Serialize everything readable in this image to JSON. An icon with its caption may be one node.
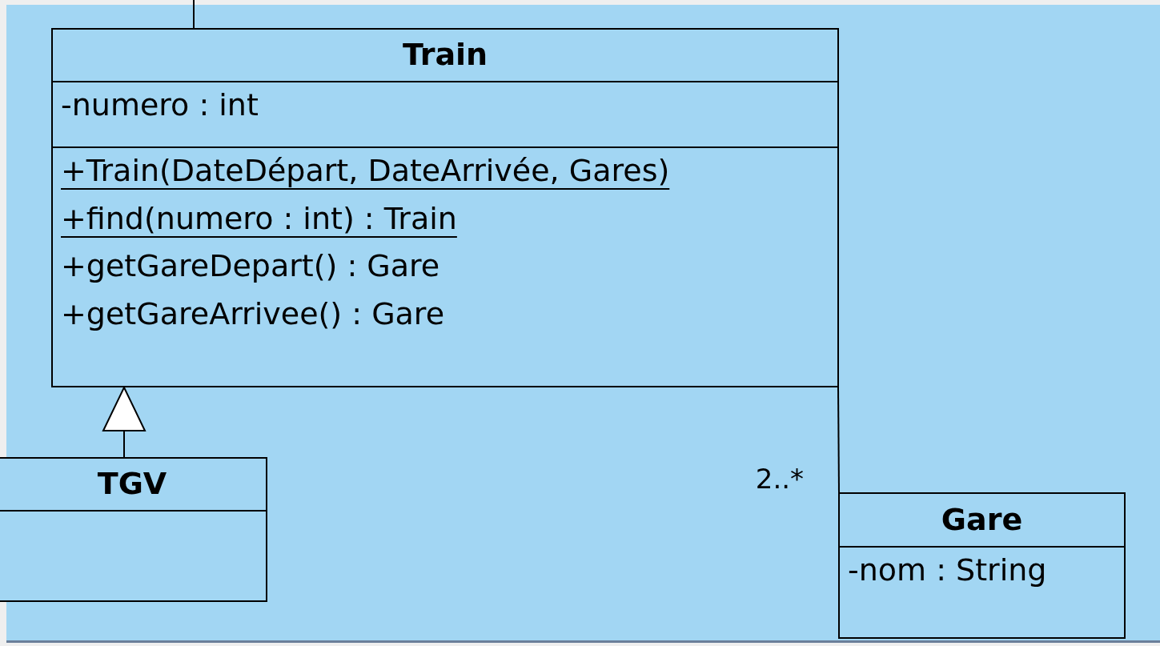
{
  "diagram": {
    "nodes": [
      {
        "text": [
          "Train",
          "-numero : int",
          "+Train(DateDépart, DateArrivée, Gares)",
          "+find(numero : int) : Train",
          "+getGareDepart() : Gare",
          "+getGareArrivee() : Gare"
        ]
      },
      {
        "text": [
          "TGV"
        ]
      },
      {
        "text": [
          "Gare",
          "-nom : String"
        ]
      }
    ],
    "edges": [
      {
        "from": null,
        "to": 0,
        "arrow": "none"
      },
      {
        "from": 1,
        "to": 0,
        "arrow": "to"
      },
      {
        "from": 0,
        "to": 2,
        "arrow": "none",
        "label": "2..*"
      }
    ]
  }
}
